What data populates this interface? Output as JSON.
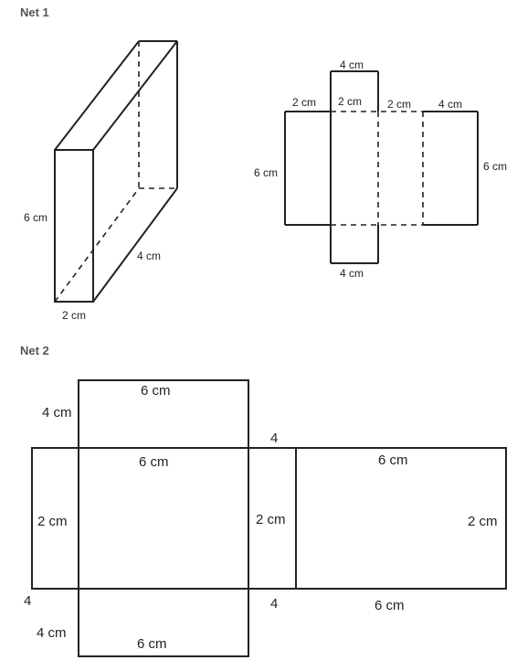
{
  "net1": {
    "heading": "Net 1",
    "prism_labels": {
      "height": "6 cm",
      "depth": "4 cm",
      "width": "2 cm"
    },
    "net_labels": {
      "top_flap_top": "4 cm",
      "left_face_top": "2 cm",
      "center_face_top": "2 cm",
      "middle_face_top": "2 cm",
      "right_face_top": "4 cm",
      "left_height": "6 cm",
      "right_height": "6 cm",
      "bottom_flap_bottom": "4 cm"
    }
  },
  "net2": {
    "heading": "Net 2",
    "labels": {
      "top_face_top": "6 cm",
      "top_face_side": "4 cm",
      "center_face_top": "6 cm",
      "left_face_height": "2 cm",
      "small_face_top": "4",
      "small_face_height": "2 cm",
      "small_face_bottom": "4",
      "right_face_top": "6 cm",
      "right_face_height": "2 cm",
      "right_face_bottom": "6 cm",
      "left_face_bottom": "4",
      "bottom_face_side": "4 cm",
      "bottom_face_bottom": "6 cm"
    }
  }
}
